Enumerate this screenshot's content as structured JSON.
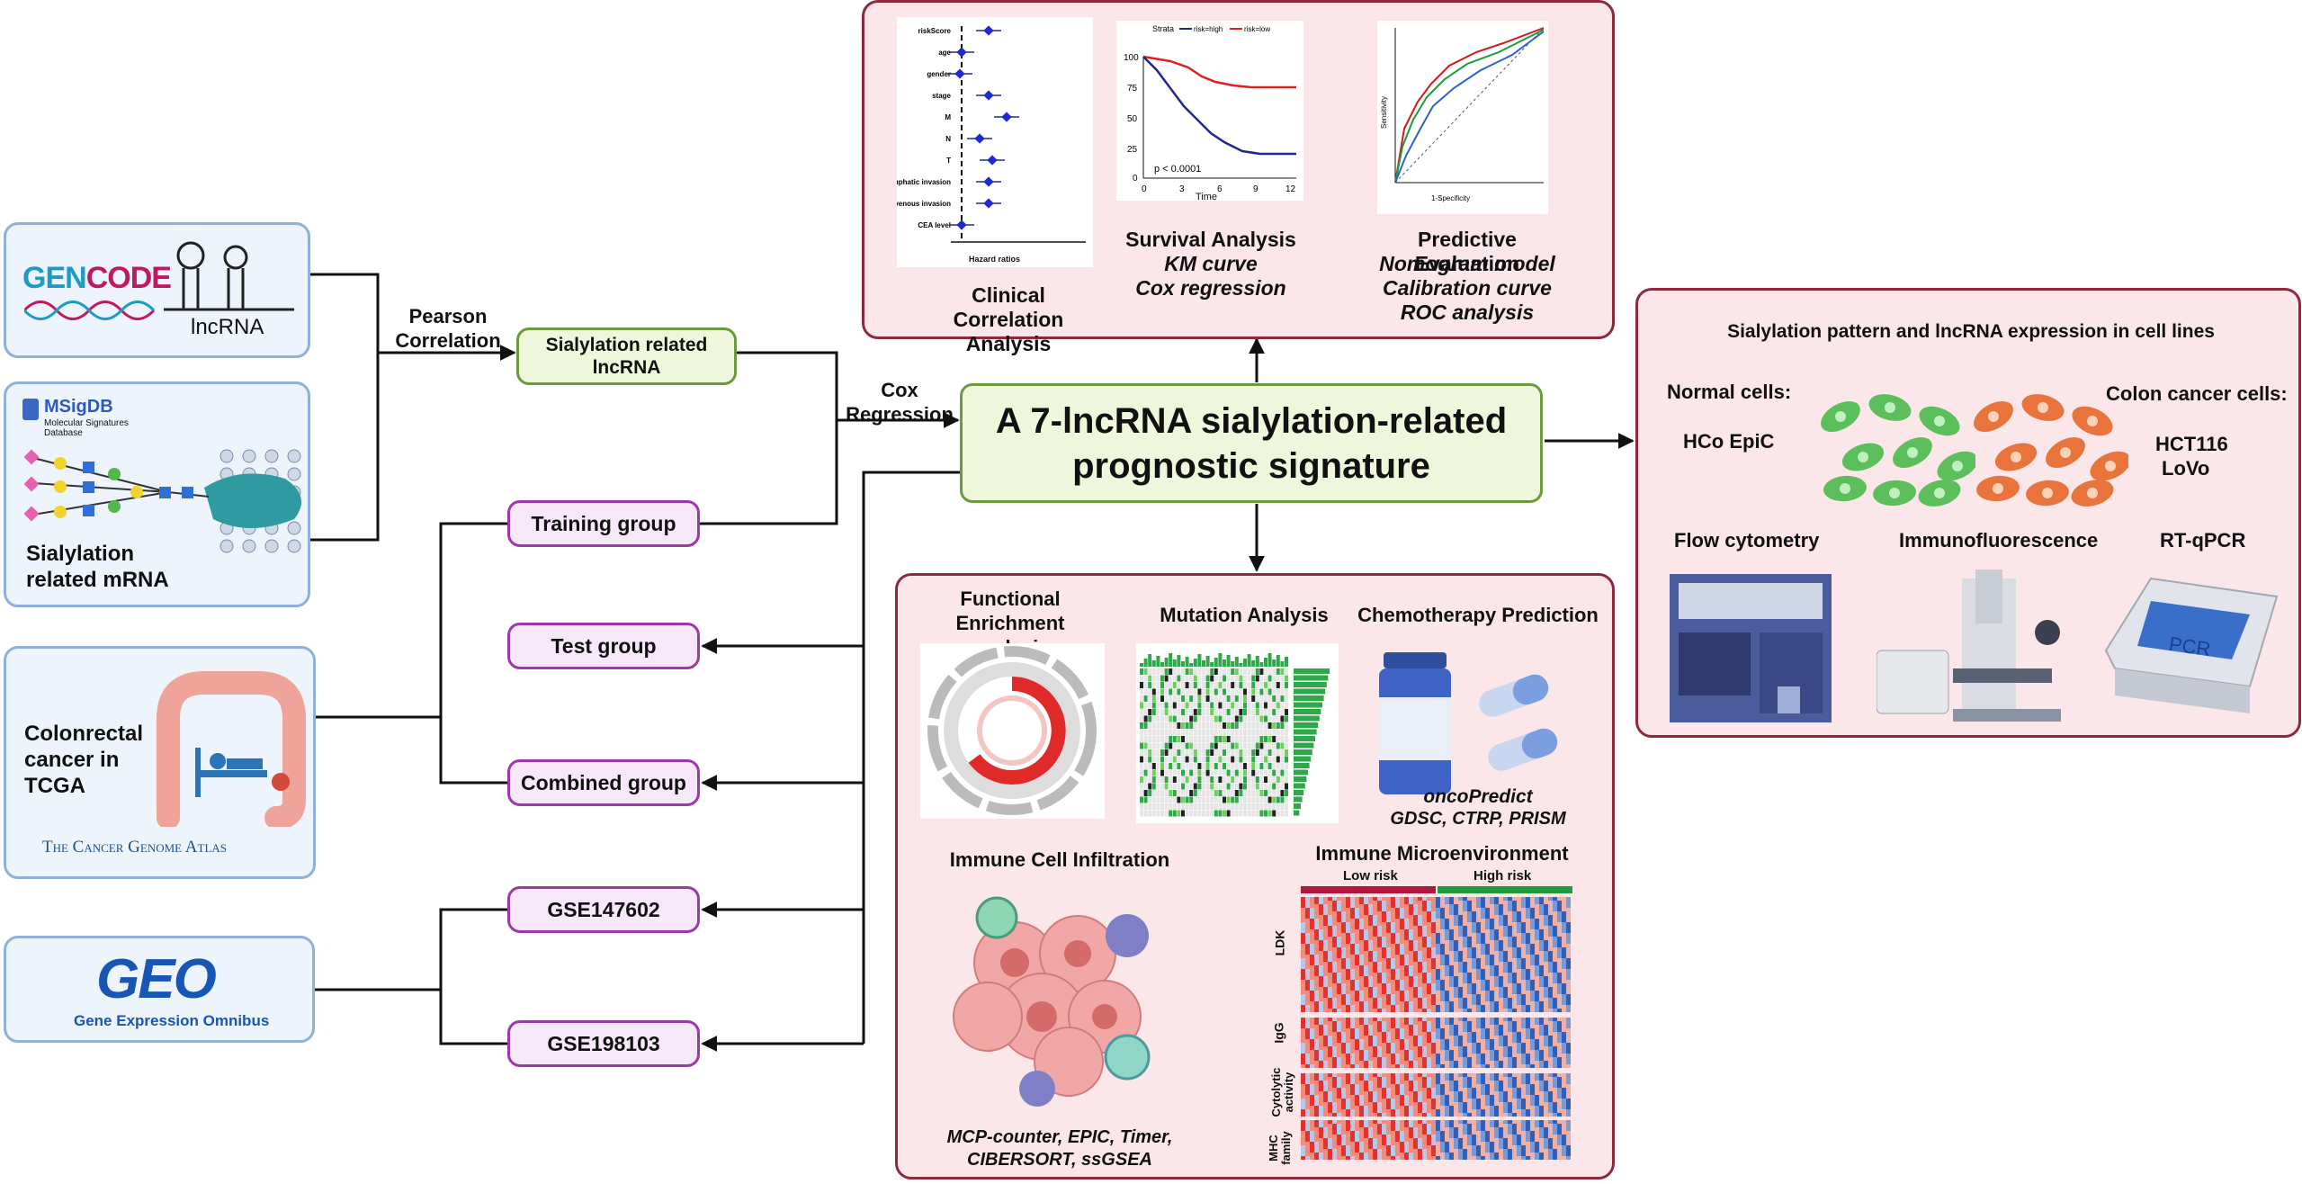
{
  "sources": {
    "gencode": {
      "logo": "GENCODE",
      "label": "lncRNA"
    },
    "msigdb": {
      "logo": "MSigDB",
      "subtitle": "Molecular Signatures Database",
      "label": "Sialylation related mRNA"
    },
    "tcga": {
      "label": "Colonrectal cancer in TCGA",
      "logo": "The Cancer Genome Atlas"
    },
    "geo": {
      "logo": "GEO",
      "subtitle": "Gene Expression Omnibus"
    }
  },
  "edges": {
    "pearson": "Pearson Correlation",
    "cox": "Cox Regression"
  },
  "nodes": {
    "sialylation_lncrna": "Sialylation related lncRNA",
    "signature": "A 7-lncRNA sialylation-related prognostic signature",
    "training": "Training group",
    "test": "Test group",
    "combined": "Combined group",
    "gse1": "GSE147602",
    "gse2": "GSE198103"
  },
  "top_panel": {
    "clinical": {
      "title": "Clinical Correlation Analysis",
      "xlabel": "Hazard ratios",
      "rows": [
        "riskScore",
        "age",
        "gender",
        "stage",
        "M",
        "N",
        "T",
        "lymphatic invasion",
        "venous invasion",
        "CEA level"
      ]
    },
    "survival": {
      "title": "Survival Analysis",
      "items": [
        "KM curve",
        "Cox regression"
      ],
      "legend": [
        "Strata",
        "risk=high",
        "risk=low"
      ],
      "pvalue": "p < 0.0001",
      "xlabel": "Time",
      "yticks": [
        "100",
        "75",
        "50",
        "25",
        "0"
      ],
      "xticks": [
        "0",
        "3",
        "6",
        "9",
        "12"
      ]
    },
    "predictive": {
      "title": "Predictive Evaluation",
      "items": [
        "Nomogram model",
        "Calibration curve",
        "ROC analysis"
      ],
      "xlabel": "1-Specificity",
      "ylabel": "Sensitivity"
    }
  },
  "bottom_panel": {
    "functional": "Functional Enrichment analysis",
    "mutation": "Mutation Analysis",
    "chemo": {
      "title": "Chemotherapy Prediction",
      "tool": "oncoPredict",
      "dbs": "GDSC, CTRP, PRISM"
    },
    "immune_cell": {
      "title": "Immune Cell Infiltration",
      "methods": "MCP-counter, EPIC, Timer, CIBERSORT, ssGSEA"
    },
    "immune_micro": {
      "title": "Immune Microenvironment",
      "groups": [
        "Low risk",
        "High risk"
      ],
      "rows": [
        "LDK",
        "IgG",
        "Cytolytic activity",
        "MHC family"
      ]
    }
  },
  "right_panel": {
    "title": "Sialylation pattern and lncRNA expression in cell lines",
    "normal": {
      "heading": "Normal cells:",
      "line": "HCo EpiC"
    },
    "cancer": {
      "heading": "Colon cancer cells:",
      "lines": [
        "HCT116",
        "LoVo"
      ]
    },
    "methods": [
      "Flow cytometry",
      "Immunofluorescence",
      "RT-qPCR"
    ],
    "pcr_label": "PCR"
  },
  "colors": {
    "green_cells": "#5cbf5c",
    "orange_cells": "#e8743c",
    "high_risk": "#1f2a8a",
    "low_risk": "#e02020"
  }
}
